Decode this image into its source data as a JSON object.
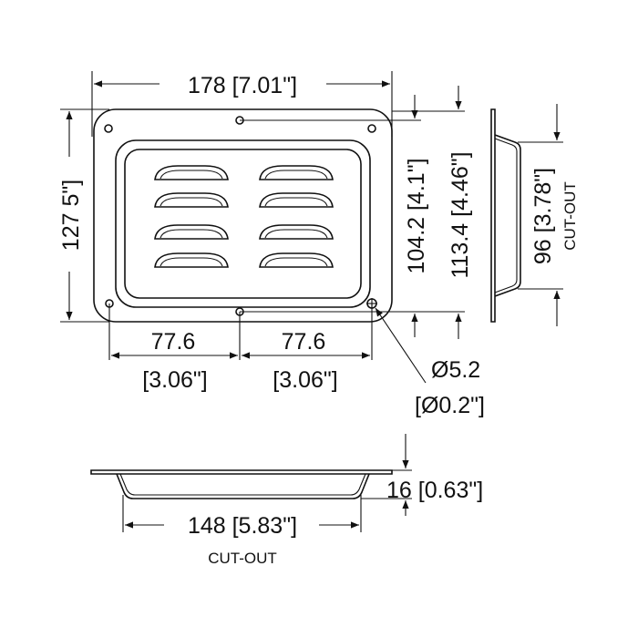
{
  "dimensions": {
    "width_overall": "178 [7.01\"]",
    "height_overall": "127 5\"]",
    "hole_spacing_top": "104.2 [4.1\"]",
    "cutout_height_label": "113.4 [4.46\"]",
    "side_cutout": "96 [3.78\"]",
    "side_cutout_label": "CUT-OUT",
    "spacing_left_mm": "77.6",
    "spacing_left_in": "[3.06\"]",
    "spacing_right_mm": "77.6",
    "spacing_right_in": "[3.06\"]",
    "hole_dia_mm": "Ø5.2",
    "hole_dia_in": "[Ø0.2\"]",
    "depth": "16 [0.63\"]",
    "bottom_cutout": "148 [5.83\"]",
    "bottom_cutout_label": "CUT-OUT"
  }
}
